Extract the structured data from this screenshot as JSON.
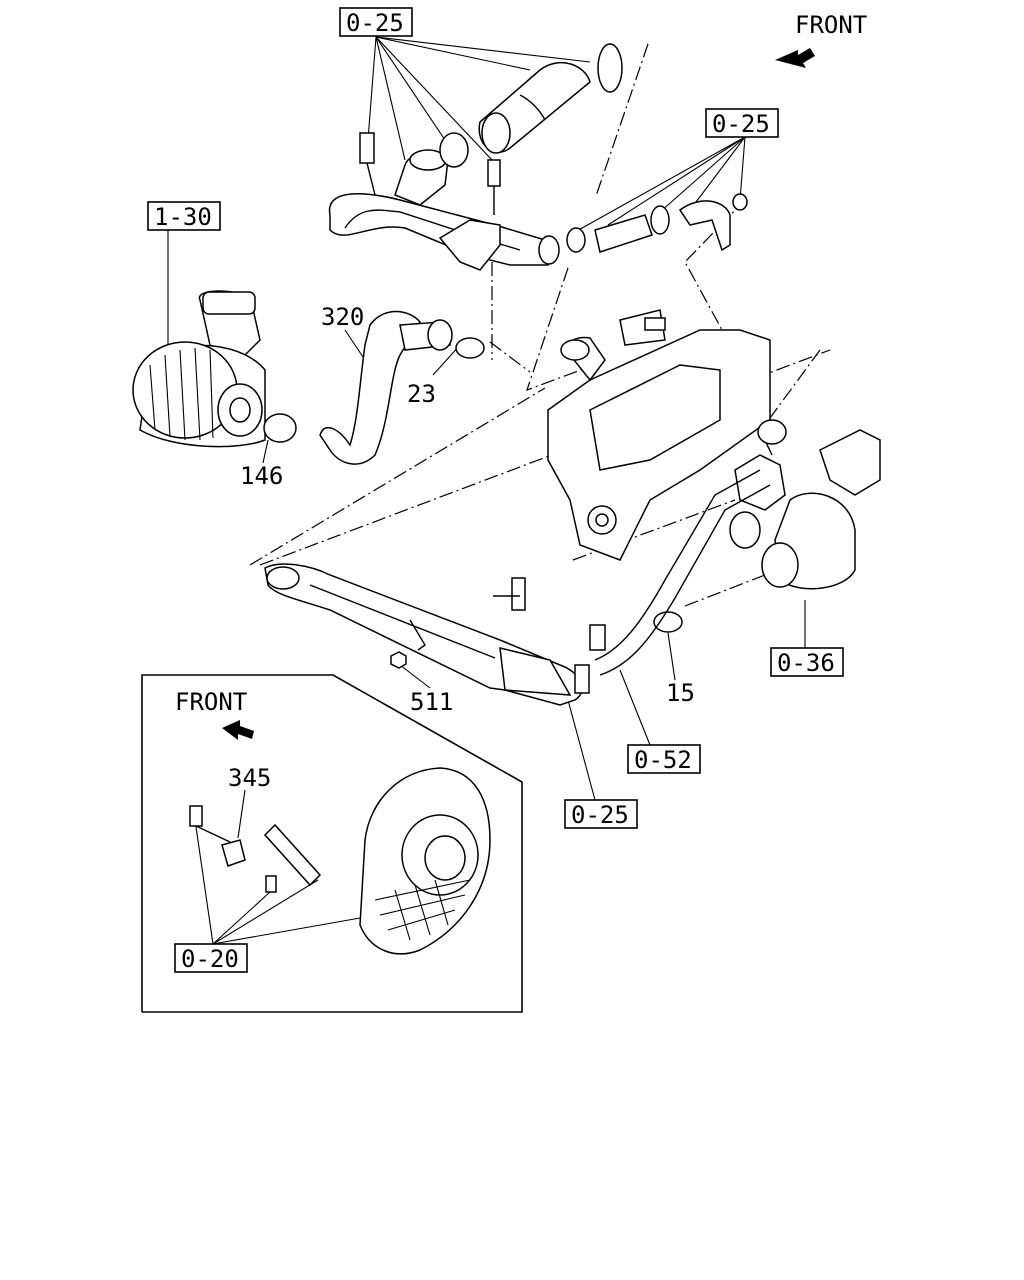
{
  "front_labels": {
    "top": "FRONT",
    "inset": "FRONT"
  },
  "boxed_refs": {
    "top_left": "0-25",
    "top_right": "0-25",
    "air_cleaner": "1-30",
    "turbo": "0-36",
    "pipe": "0-52",
    "bottom": "0-25",
    "inset": "0-20"
  },
  "part_numbers": {
    "hose": "320",
    "clamp_small": "23",
    "clamp": "146",
    "nut": "511",
    "gasket": "15",
    "bracket": "345"
  }
}
